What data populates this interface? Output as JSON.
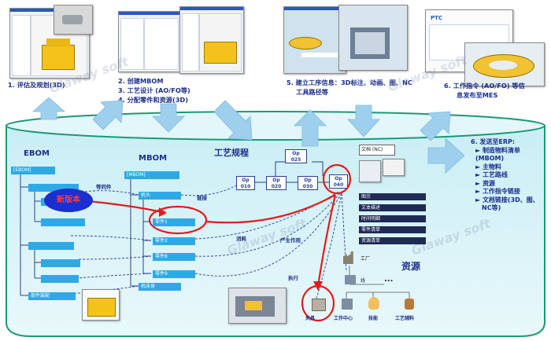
{
  "steps": {
    "s1": "1. 评估及规划(3D)",
    "s2": "2. 创建MBOM",
    "s3": "3. 工艺设计 (AO/FO等)",
    "s4": "4. 分配零件和资源(3D)",
    "s5a": "5. 建立工序信息：3D标注、动画、图、NC",
    "s5b": "工具路径等",
    "s6a": "6. 工作指令 (AO/FO) 等信",
    "s6b": "息发布至MES"
  },
  "erp": {
    "title": "6. 发送至ERP:",
    "items": [
      "制造物料清单",
      "(MBOM)",
      "主物料",
      "工艺路线",
      "资源",
      "工作指令链接",
      "文档链接(3D、图、",
      "NC等)"
    ]
  },
  "ebom": {
    "title": "EBOM",
    "root": "[EBOM]",
    "callout": "新版本",
    "leaf": "部件装配"
  },
  "mbom": {
    "title": "MBOM",
    "root": "[MBOM]",
    "items": [
      "机头",
      "零件1",
      "零件2",
      "零件8",
      "零件9",
      "机床身"
    ]
  },
  "labels": {
    "equivalent": "等同件",
    "link": "链接",
    "consume": "消耗",
    "produce": "产生作用",
    "execute": "执行",
    "process_plan": "工艺规程",
    "resource": "资源",
    "factory": "工厂",
    "line": "线",
    "dots": "..."
  },
  "ops": [
    "Op\n010",
    "Op\n020",
    "Op\n025",
    "Op\n030",
    "Op\n040"
  ],
  "op_panel": {
    "nc": "文档 (NC)",
    "rows": [
      "图示",
      "文本描述",
      "时间明细",
      "零件清单",
      "资源清单"
    ]
  },
  "resources": [
    "夹具",
    "工作中心",
    "技能",
    "工艺辅料"
  ],
  "watermark": "Glaway soft",
  "logo": "PTC",
  "colors": {
    "cyl_light": "#d7f3f8",
    "cyl_edge": "#1a9a73",
    "arrow": "#9ed0ee",
    "red": "#e21b1b",
    "navy": "#1b2f8c"
  }
}
